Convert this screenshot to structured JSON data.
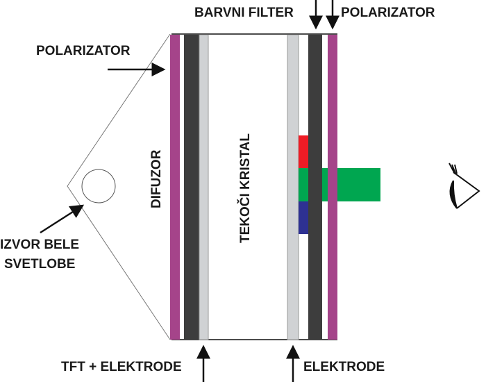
{
  "labels": {
    "polarizer_left": "POLARIZATOR",
    "color_filter": "BARVNI FILTER",
    "polarizer_right": "POLARIZATOR",
    "diffuser": "DIFUZOR",
    "liquid_crystal": "TEKOČI KRISTAL",
    "light_source_line1": "IZVOR BELE",
    "light_source_line2": "SVETLOBE",
    "tft_electrodes": "TFT + ELEKTRODE",
    "electrodes": "ELEKTRODE"
  },
  "colors": {
    "polarizer": "#a5448a",
    "glass": "#3d3d3d",
    "electrode": "#d0d2d4",
    "filter_red": "#ee1c25",
    "filter_green": "#00a650",
    "filter_blue": "#2e3192"
  },
  "icons": [
    "eye-icon"
  ]
}
